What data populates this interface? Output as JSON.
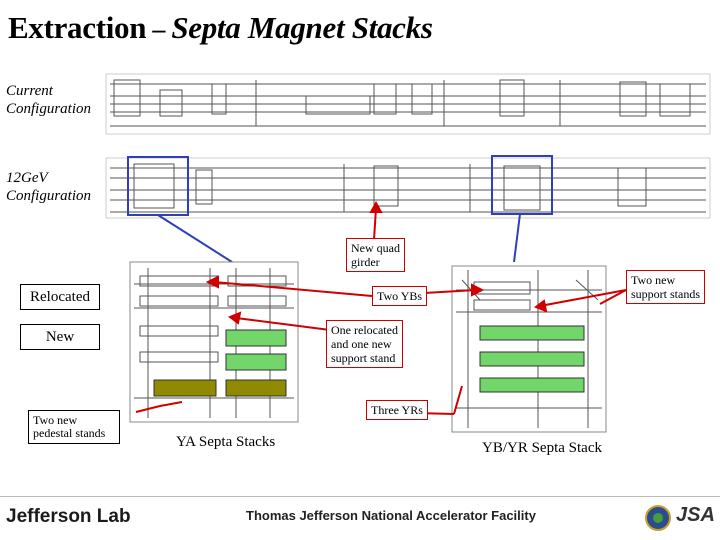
{
  "title": {
    "part1": "Extraction",
    "dash": " – ",
    "part2": "Septa Magnet Stacks"
  },
  "configs": {
    "current": [
      "Current",
      "Configuration"
    ],
    "future": [
      "12GeV",
      "Configuration"
    ]
  },
  "labels": {
    "relocated": "Relocated",
    "new": "New",
    "two_new_pedestal": [
      "Two new",
      "pedestal stands"
    ]
  },
  "callouts": {
    "new_quad_girder": [
      "New quad",
      "girder"
    ],
    "two_ybs": "Two YBs",
    "one_relocated": [
      "One relocated",
      "and one new",
      "support stand"
    ],
    "three_yrs": "Three YRs",
    "two_new_support": [
      "Two new",
      "support stands"
    ]
  },
  "captions": {
    "ya": "YA Septa Stacks",
    "yb": "YB/YR Septa Stack"
  },
  "footer": {
    "lab_name": "Jefferson Lab",
    "facility": "Thomas Jefferson National Accelerator Facility",
    "jsa": "JSA"
  },
  "colors": {
    "highlight_box": "#2f3fb7",
    "callout_arrow": "#d00000",
    "relocated_fill": "#8f8a00",
    "new_fill": "#73d66a",
    "drawing_gray": "#666666"
  },
  "icons": [
    "doe-seal-icon",
    "jsa-logo-icon"
  ]
}
